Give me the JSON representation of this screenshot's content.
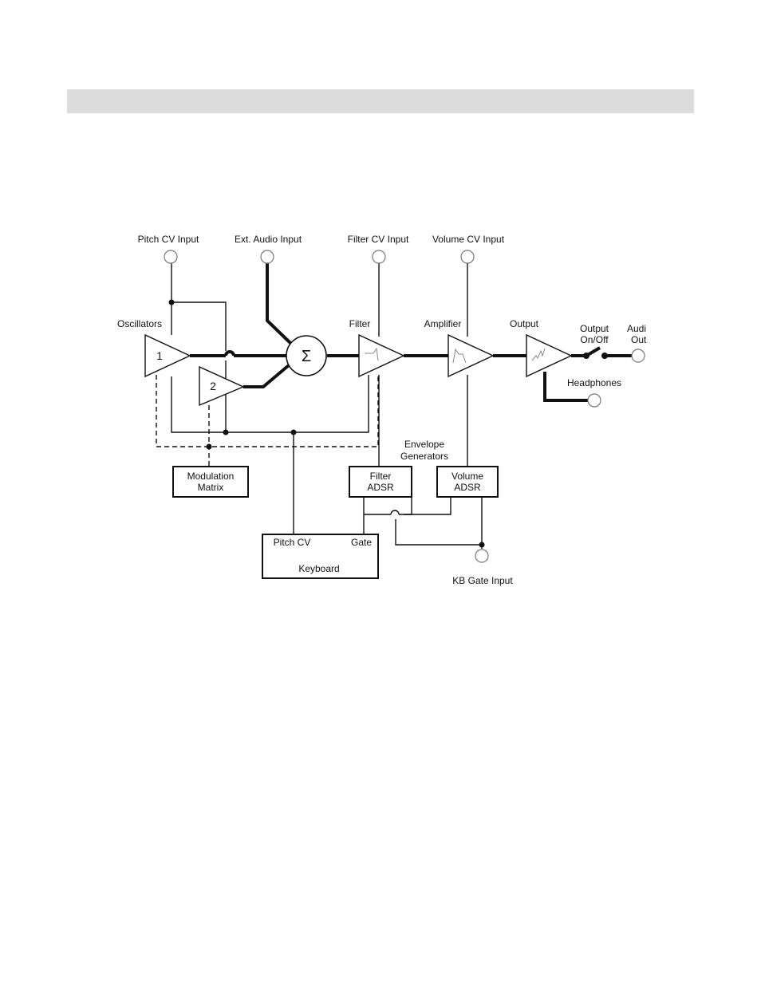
{
  "header_bar": {
    "text": ""
  },
  "labels": {
    "pitch_cv_input": "Pitch CV Input",
    "ext_audio_input": "Ext. Audio Input",
    "filter_cv_input": "Filter CV Input",
    "volume_cv_input": "Volume CV Input",
    "oscillators": "Oscillators",
    "filter": "Filter",
    "amplifier": "Amplifier",
    "output": "Output",
    "output_on_off_line1": "Output",
    "output_on_off_line2": "On/Off",
    "audio_out_line1": "Audi",
    "audio_out_line2": "Out",
    "headphones": "Headphones",
    "envelope_line1": "Envelope",
    "envelope_line2": "Generators",
    "osc1": "1",
    "osc2": "2",
    "mixer": "Σ",
    "kb_gate_input": "KB Gate Input"
  },
  "boxes": {
    "modulation_matrix_line1": "Modulation",
    "modulation_matrix_line2": "Matrix",
    "filter_adsr_line1": "Filter",
    "filter_adsr_line2": "ADSR",
    "volume_adsr_line1": "Volume",
    "volume_adsr_line2": "ADSR",
    "keyboard_pitch_cv": "Pitch CV",
    "keyboard_gate": "Gate",
    "keyboard_title": "Keyboard"
  }
}
